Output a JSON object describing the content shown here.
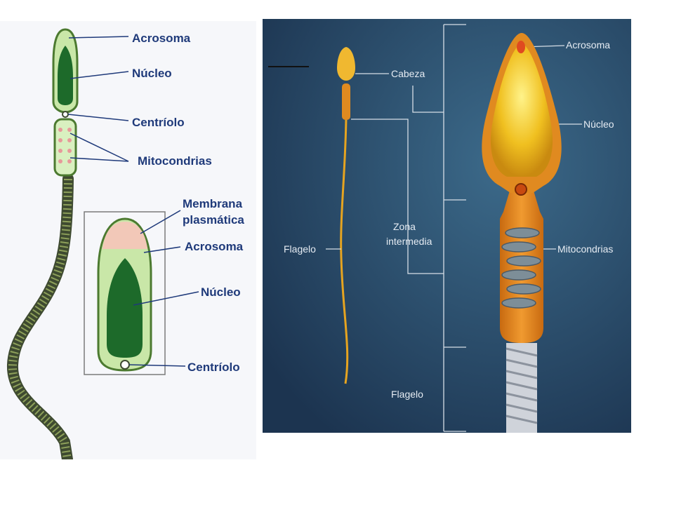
{
  "left_diagram": {
    "labels": {
      "acrosoma_top": "Acrosoma",
      "nucleo_top": "Núcleo",
      "centriolo_top": "Centríolo",
      "mitocondrias": "Mitocondrias",
      "membrana_1": "Membrana",
      "membrana_2": "plasmática",
      "acrosoma_detail": "Acrosoma",
      "nucleo_detail": "Núcleo",
      "centriolo_detail": "Centríolo"
    },
    "colors": {
      "label": "#1f3a7a",
      "nucleus": "#1d6a2a",
      "cell": "#c9e7a8",
      "membrane": "#f2c8b8"
    }
  },
  "right_diagram": {
    "labels": {
      "cabeza": "Cabeza",
      "zona_1": "Zona",
      "zona_2": "intermedia",
      "flagelo_left": "Flagelo",
      "flagelo_bottom": "Flagelo",
      "acrosoma": "Acrosoma",
      "nucleo": "Núcleo",
      "mitocondrias": "Mitocondrias"
    },
    "colors": {
      "background": "#2b4a66",
      "head": "#f0c020",
      "midpiece": "#e08a20",
      "label": "#e6ecf3"
    }
  }
}
